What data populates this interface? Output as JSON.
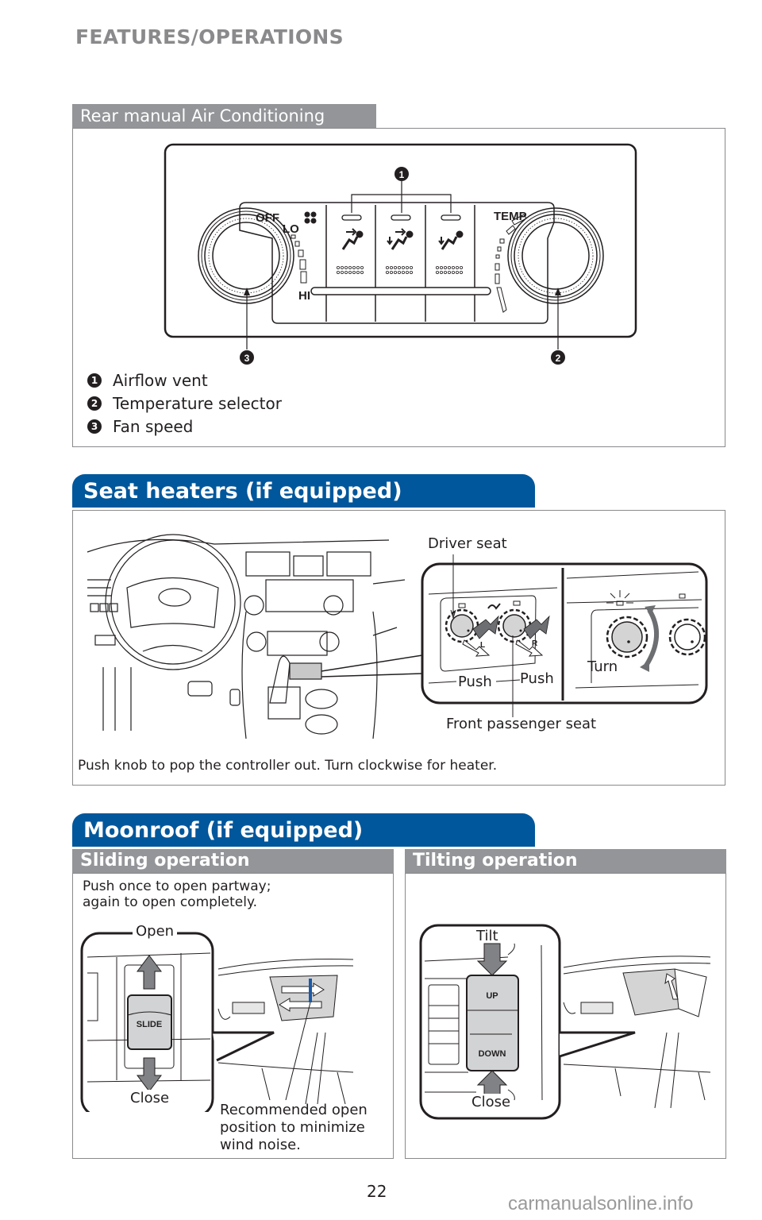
{
  "page": {
    "heading": "FEATURES/OPERATIONS",
    "page_number": "22",
    "watermark": "carmanualsonline.info"
  },
  "rear_ac": {
    "title": "Rear manual Air Conditioning",
    "panel_labels": {
      "off": "OFF",
      "lo": "LO",
      "hi": "HI",
      "temp": "TEMP"
    },
    "callouts": [
      "1",
      "2",
      "3"
    ],
    "legend": [
      {
        "num": "1",
        "label": "Airflow vent"
      },
      {
        "num": "2",
        "label": "Temperature selector"
      },
      {
        "num": "3",
        "label": "Fan speed"
      }
    ]
  },
  "seat_heaters": {
    "title": "Seat heaters (if equipped)",
    "driver_seat": "Driver seat",
    "front_passenger_seat": "Front passenger seat",
    "push_left": "Push",
    "push_right": "Push",
    "knob_left": "L",
    "knob_right": "R",
    "turn": "Turn",
    "instruction": "Push knob to pop the controller out. Turn clockwise for heater."
  },
  "moonroof": {
    "title": "Moonroof (if equipped)",
    "sliding": {
      "title": "Sliding operation",
      "instruction_line1": "Push once to open partway;",
      "instruction_line2": "again to open completely.",
      "open": "Open",
      "close": "Close",
      "switch_label": "SLIDE",
      "note_line1": "Recommended open",
      "note_line2": "position to minimize",
      "note_line3": "wind noise."
    },
    "tilting": {
      "title": "Tilting operation",
      "tilt": "Tilt",
      "close": "Close",
      "up": "UP",
      "down": "DOWN"
    }
  },
  "colors": {
    "brand_blue": "#01579b",
    "section_gray": "#939598",
    "heading_gray": "#8a8a8c",
    "highlight_blue": "#1a5aa8"
  }
}
